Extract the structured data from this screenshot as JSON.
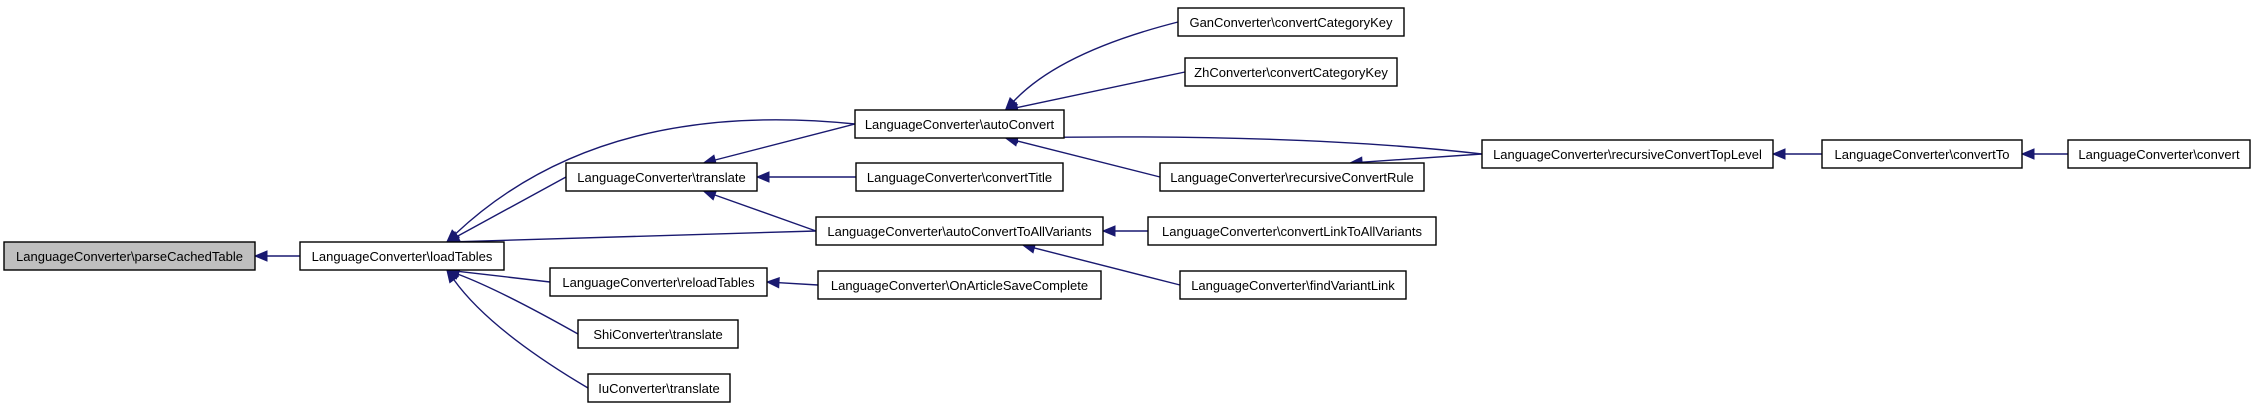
{
  "diagram": {
    "nodes": [
      {
        "id": "parseCachedTable",
        "label": "LanguageConverter\\parseCachedTable",
        "root": true
      },
      {
        "id": "loadTables",
        "label": "LanguageConverter\\loadTables"
      },
      {
        "id": "translate",
        "label": "LanguageConverter\\translate"
      },
      {
        "id": "reloadTables",
        "label": "LanguageConverter\\reloadTables"
      },
      {
        "id": "shiTranslate",
        "label": "ShiConverter\\translate"
      },
      {
        "id": "iuTranslate",
        "label": "IuConverter\\translate"
      },
      {
        "id": "autoConvert",
        "label": "LanguageConverter\\autoConvert"
      },
      {
        "id": "convertTitle",
        "label": "LanguageConverter\\convertTitle"
      },
      {
        "id": "autoConvertToAllVariants",
        "label": "LanguageConverter\\autoConvertToAllVariants"
      },
      {
        "id": "onArticleSaveComplete",
        "label": "LanguageConverter\\OnArticleSaveComplete"
      },
      {
        "id": "ganConvertCategoryKey",
        "label": "GanConverter\\convertCategoryKey"
      },
      {
        "id": "zhConvertCategoryKey",
        "label": "ZhConverter\\convertCategoryKey"
      },
      {
        "id": "recursiveConvertRule",
        "label": "LanguageConverter\\recursiveConvertRule"
      },
      {
        "id": "convertLinkToAllVariants",
        "label": "LanguageConverter\\convertLinkToAllVariants"
      },
      {
        "id": "findVariantLink",
        "label": "LanguageConverter\\findVariantLink"
      },
      {
        "id": "recursiveConvertTopLevel",
        "label": "LanguageConverter\\recursiveConvertTopLevel"
      },
      {
        "id": "convertTo",
        "label": "LanguageConverter\\convertTo"
      },
      {
        "id": "convert",
        "label": "LanguageConverter\\convert"
      }
    ],
    "edges": [
      {
        "from": "loadTables",
        "to": "parseCachedTable"
      },
      {
        "from": "autoConvert",
        "to": "loadTables"
      },
      {
        "from": "translate",
        "to": "loadTables"
      },
      {
        "from": "autoConvertToAllVariants",
        "to": "loadTables"
      },
      {
        "from": "reloadTables",
        "to": "loadTables"
      },
      {
        "from": "shiTranslate",
        "to": "loadTables"
      },
      {
        "from": "iuTranslate",
        "to": "loadTables"
      },
      {
        "from": "autoConvert",
        "to": "translate"
      },
      {
        "from": "convertTitle",
        "to": "translate"
      },
      {
        "from": "autoConvertToAllVariants",
        "to": "translate"
      },
      {
        "from": "onArticleSaveComplete",
        "to": "reloadTables"
      },
      {
        "from": "ganConvertCategoryKey",
        "to": "autoConvert"
      },
      {
        "from": "zhConvertCategoryKey",
        "to": "autoConvert"
      },
      {
        "from": "recursiveConvertRule",
        "to": "autoConvert"
      },
      {
        "from": "recursiveConvertTopLevel",
        "to": "autoConvert"
      },
      {
        "from": "convertLinkToAllVariants",
        "to": "autoConvertToAllVariants"
      },
      {
        "from": "findVariantLink",
        "to": "autoConvertToAllVariants"
      },
      {
        "from": "recursiveConvertTopLevel",
        "to": "recursiveConvertRule"
      },
      {
        "from": "convertTo",
        "to": "recursiveConvertTopLevel"
      },
      {
        "from": "convert",
        "to": "convertTo"
      }
    ]
  }
}
